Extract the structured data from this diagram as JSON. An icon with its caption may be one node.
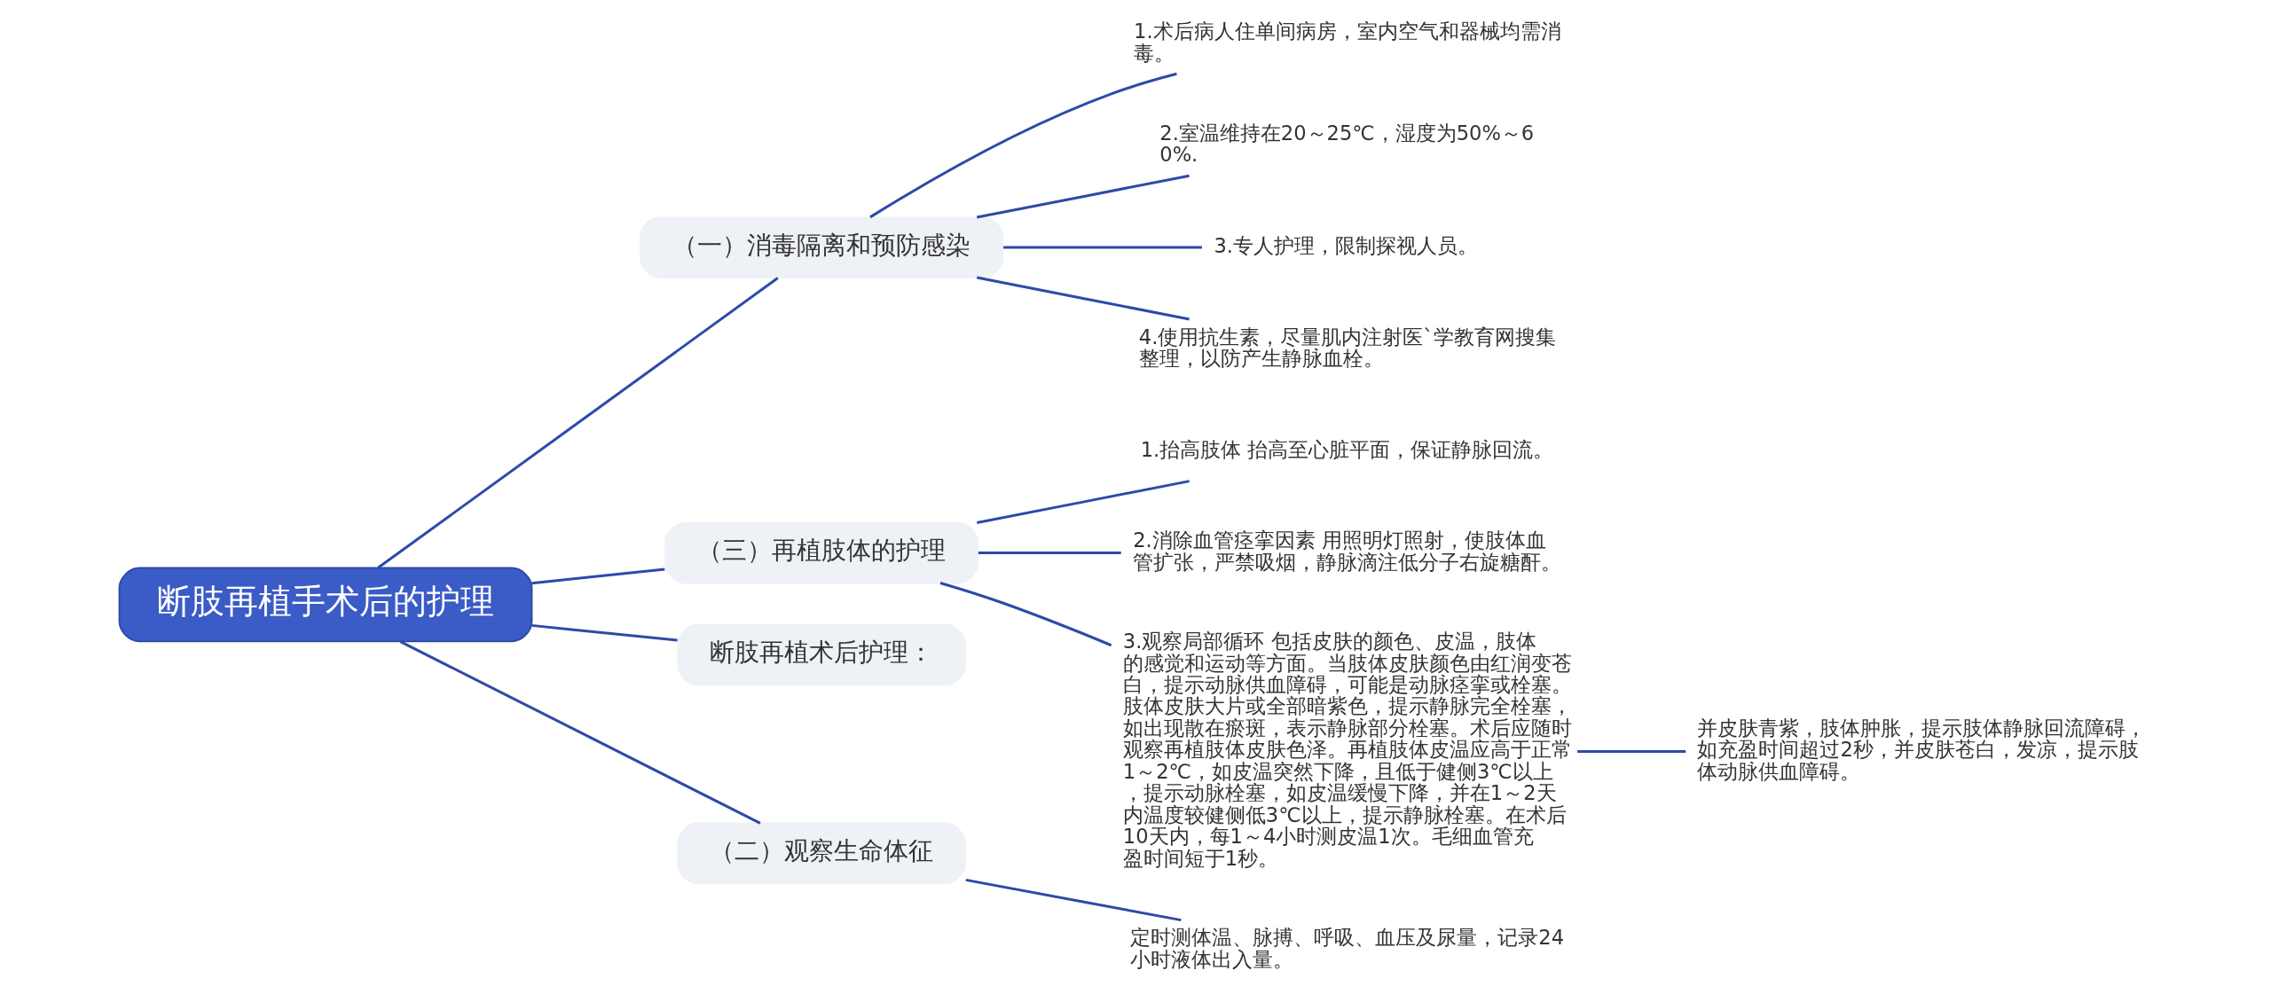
{
  "diagram": {
    "nodes": [
      {
        "text": [
          "断肢再植手术后的护理"
        ]
      },
      {
        "text": [
          "（一）消毒隔离和预防感染"
        ]
      },
      {
        "text": [
          "1.术后病人住单间病房，室内空气和器械均需消毒。"
        ]
      },
      {
        "text": [
          "2.室温维持在20～25℃，湿度为50%～60%."
        ]
      },
      {
        "text": [
          "3.专人护理，限制探视人员。"
        ]
      },
      {
        "text": [
          "4.使用抗生素，尽量肌内注射医`学教育网搜集整理，以防产生静脉血栓。"
        ]
      },
      {
        "text": [
          "（三）再植肢体的护理"
        ]
      },
      {
        "text": [
          "1.抬高肢体 抬高至心脏平面，保证静脉回流。"
        ]
      },
      {
        "text": [
          "2.消除血管痉挛因素 用照明灯照射，使肢体血管扩张，严禁吸烟，静脉滴注低分子右旋糖酐。"
        ]
      },
      {
        "text": [
          "3.观察局部循环 包括皮肤的颜色、皮温，肢体的感觉和运动等方面。当肢体皮肤颜色由红润变苍白，提示动脉供血障碍，可能是动脉痉挛或栓塞。肢体皮肤大片或全部暗紫色，提示静脉完全栓塞，如出现散在瘀斑，表示静脉部分栓塞。术后应随时观察再植肢体皮肤色泽。再植肢体皮温应高于正常1～2℃，如皮温突然下降，且低于健侧3℃以上，提示动脉栓塞，如皮温缓慢下降，并在1～2天内温度较健侧低3℃以上，提示静脉栓塞。在术后10天内，每1～4小时测皮温1次。毛细血管充盈时间短于1秒。"
        ]
      },
      {
        "text": [
          "并皮肤青紫，肢体肿胀，提示肢体静脉回流障碍，如充盈时间超过2秒，并皮肤苍白，发凉，提示肢体动脉供血障碍。"
        ]
      },
      {
        "text": [
          "断肢再植术后护理："
        ]
      },
      {
        "text": [
          "（二）观察生命体征"
        ]
      },
      {
        "text": [
          "定时测体温、脉搏、呼吸、血压及尿量，记录24小时液体出入量。"
        ]
      }
    ],
    "edges": [
      {
        "from": 0,
        "to": 1,
        "arrow": "none"
      },
      {
        "from": 1,
        "to": 2,
        "arrow": "none"
      },
      {
        "from": 1,
        "to": 3,
        "arrow": "none"
      },
      {
        "from": 1,
        "to": 4,
        "arrow": "none"
      },
      {
        "from": 1,
        "to": 5,
        "arrow": "none"
      },
      {
        "from": 0,
        "to": 6,
        "arrow": "none"
      },
      {
        "from": 6,
        "to": 7,
        "arrow": "none"
      },
      {
        "from": 6,
        "to": 8,
        "arrow": "none"
      },
      {
        "from": 6,
        "to": 9,
        "arrow": "none"
      },
      {
        "from": 9,
        "to": 10,
        "arrow": "none"
      },
      {
        "from": 0,
        "to": 11,
        "arrow": "none"
      },
      {
        "from": 0,
        "to": 12,
        "arrow": "none"
      },
      {
        "from": 12,
        "to": 13,
        "arrow": "none"
      }
    ]
  }
}
